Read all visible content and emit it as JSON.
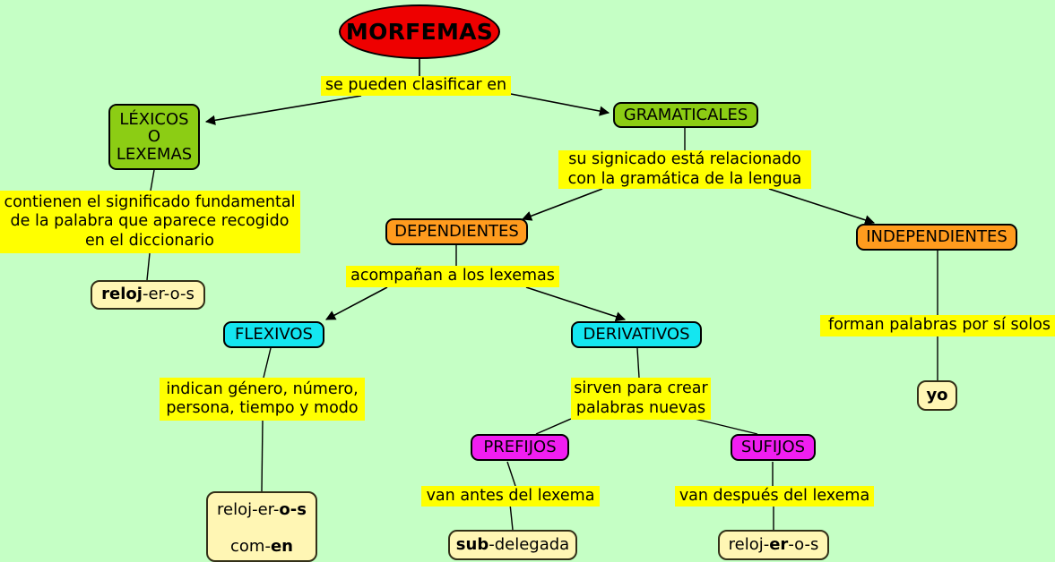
{
  "diagram": {
    "title": "MORFEMAS",
    "background_color": "#c5ffc5",
    "colors": {
      "root": "#ee0000",
      "green": "#8ccd14",
      "orange": "#ff9b1e",
      "cyan": "#14e6f0",
      "magenta": "#f01ef0",
      "link_phrase": "#ffff00",
      "example": "#fff6b4",
      "line": "#000000"
    }
  },
  "nodes": {
    "root": {
      "label": "MORFEMAS"
    },
    "lexicos": {
      "line1": "LÉXICOS",
      "line2": "O",
      "line3": "LEXEMAS"
    },
    "gramaticales": {
      "label": "GRAMATICALES"
    },
    "dependientes": {
      "label": "DEPENDIENTES"
    },
    "independientes": {
      "label": "INDEPENDIENTES"
    },
    "flexivos": {
      "label": "FLEXIVOS"
    },
    "derivativos": {
      "label": "DERIVATIVOS"
    },
    "prefijos": {
      "label": "PREFIJOS"
    },
    "sufijos": {
      "label": "SUFIJOS"
    }
  },
  "link_phrases": {
    "clasificar": {
      "line1": "se pueden clasificar en"
    },
    "significado_lexemas": {
      "line1": "contienen el significado fundamental",
      "line2": "de la palabra que aparece recogido",
      "line3": "en el diccionario"
    },
    "significado_gramatical": {
      "line1": "su signicado está relacionado",
      "line2": "con la gramática de la lengua"
    },
    "acompanan": {
      "line1": "acompañan a los lexemas"
    },
    "indican": {
      "line1": "indican género, número,",
      "line2": "persona, tiempo y modo"
    },
    "crear": {
      "line1": "sirven para crear",
      "line2": "palabras nuevas"
    },
    "solos": {
      "line1": "forman palabras por sí solos"
    },
    "antes": {
      "line1": "van antes del lexema"
    },
    "despues": {
      "line1": "van después del lexema"
    }
  },
  "examples": {
    "reloj_lexema": {
      "bold": "reloj",
      "rest": "-er-o-s"
    },
    "flexivo": {
      "line1_plain": "reloj-er-",
      "line1_bold": "o-s",
      "line2_plain": "com-",
      "line2_bold": "en"
    },
    "prefijo": {
      "bold": "sub",
      "rest": "-delegada"
    },
    "sufijo": {
      "pre": "reloj-",
      "bold": "er",
      "post": "-o-s"
    },
    "independiente": {
      "bold": "yo"
    }
  }
}
